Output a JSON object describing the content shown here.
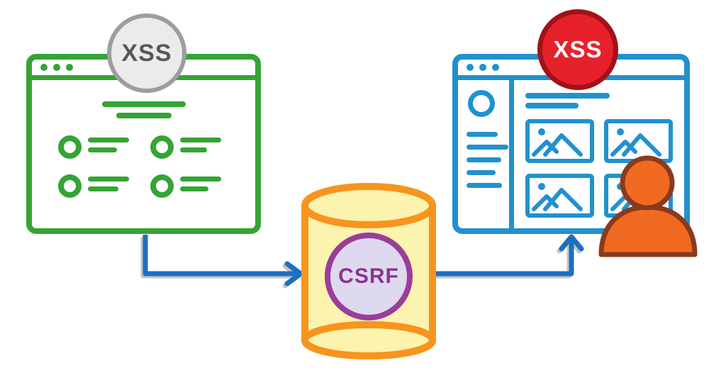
{
  "badges": {
    "source_xss": {
      "label": "XSS",
      "fill": "#EBEBEB",
      "border": "#9D9DA0",
      "text_color": "#58585C"
    },
    "victim_xss": {
      "label": "XSS",
      "fill": "#E6212B",
      "border": "#A21219",
      "text_color": "#FFFFFF"
    },
    "csrf": {
      "label": "CSRF",
      "fill": "#DED9EF",
      "border": "#9A3D9B",
      "text_color": "#8A3490"
    }
  },
  "colors": {
    "background": "#FFFFFF",
    "source_window": "#34A434",
    "victim_window": "#2191CE",
    "database_stroke": "#F7941E",
    "database_fill": "#FBF3AE",
    "user_fill": "#F16A21",
    "user_stroke": "#8B3A1D",
    "arrow": "#1C6FC1",
    "arrow_shadow": "#C3C3C3"
  },
  "icons": {
    "source_window_icon": "browser-window-with-form-list",
    "victim_window_icon": "browser-window-with-image-gallery",
    "database_icon": "database-cylinder",
    "user_icon": "person-silhouette",
    "image_placeholder_icon": "picture-mountains",
    "flow_arrow_icon": "elbow-arrow"
  }
}
